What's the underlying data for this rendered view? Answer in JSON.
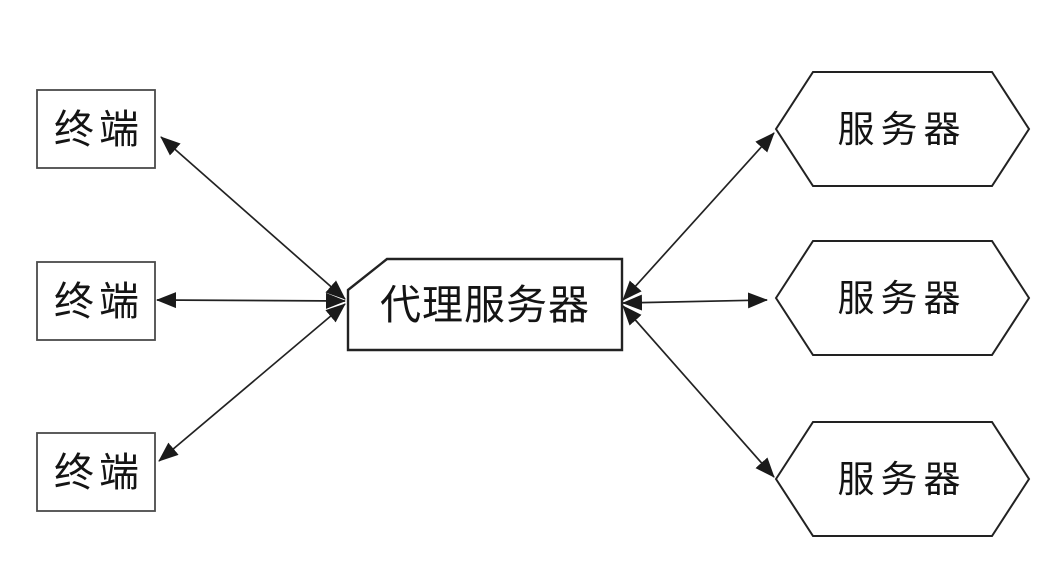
{
  "diagram": {
    "description": "Network topology: three terminals connected to a proxy server, which connects to three servers",
    "background_color": "#ffffff",
    "line_color": "#222222",
    "terminal_border_color": "#4a4a4a",
    "text_color": "#141414",
    "nodes": {
      "terminals": [
        {
          "id": "terminal-1",
          "label": "终端",
          "shape": "rectangle"
        },
        {
          "id": "terminal-2",
          "label": "终端",
          "shape": "rectangle"
        },
        {
          "id": "terminal-3",
          "label": "终端",
          "shape": "rectangle"
        }
      ],
      "proxy": {
        "id": "proxy-server",
        "label": "代理服务器",
        "shape": "rectangle-chamfered-top-left"
      },
      "servers": [
        {
          "id": "server-1",
          "label": "服务器",
          "shape": "hexagon"
        },
        {
          "id": "server-2",
          "label": "服务器",
          "shape": "hexagon"
        },
        {
          "id": "server-3",
          "label": "服务器",
          "shape": "hexagon"
        }
      ]
    },
    "edges": [
      {
        "from": "terminal-1",
        "to": "proxy-server",
        "style": "double-headed-arrow"
      },
      {
        "from": "terminal-2",
        "to": "proxy-server",
        "style": "double-headed-arrow"
      },
      {
        "from": "terminal-3",
        "to": "proxy-server",
        "style": "double-headed-arrow"
      },
      {
        "from": "proxy-server",
        "to": "server-1",
        "style": "double-headed-arrow"
      },
      {
        "from": "proxy-server",
        "to": "server-2",
        "style": "double-headed-arrow"
      },
      {
        "from": "proxy-server",
        "to": "server-3",
        "style": "double-headed-arrow"
      }
    ]
  }
}
